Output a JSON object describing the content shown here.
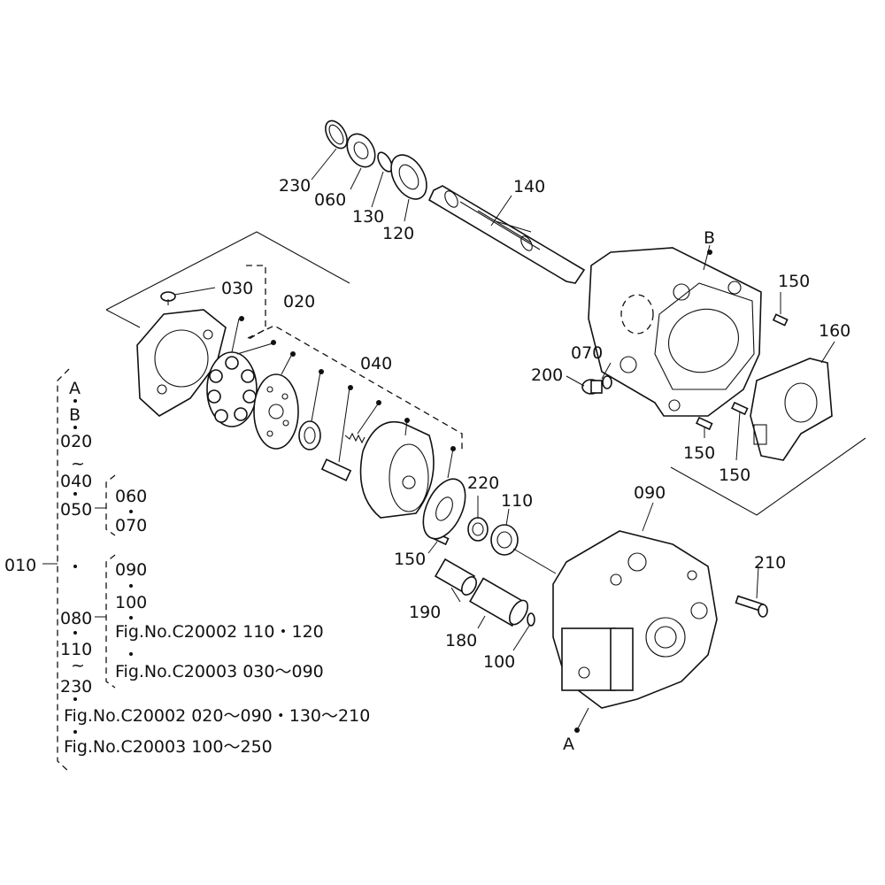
{
  "parts": {
    "p010": "010",
    "p020": "020",
    "p030": "030",
    "p040": "040",
    "p060": "060",
    "p070": "070",
    "p090": "090",
    "p100": "100",
    "p110": "110",
    "p120": "120",
    "p130": "130",
    "p140": "140",
    "p150": "150",
    "p160": "160",
    "p180": "180",
    "p190": "190",
    "p200": "200",
    "p210": "210",
    "p220": "220",
    "p230": "230"
  },
  "assembly_labels": {
    "a": "A",
    "b": "B"
  },
  "tree": {
    "root": "010",
    "group_a": [
      "A",
      "B",
      "020",
      "040",
      "050"
    ],
    "tilde": "~",
    "sub_050": [
      "060",
      "070"
    ],
    "sub_080": [
      "090",
      "100"
    ],
    "group_b": [
      "080",
      "110",
      "230"
    ],
    "ref_1": "Fig.No.C20002  110・120",
    "ref_2": "Fig.No.C20003  030〜090",
    "ref_3": "Fig.No.C20002  020〜090・130〜210",
    "ref_4": "Fig.No.C20003  100〜250"
  }
}
